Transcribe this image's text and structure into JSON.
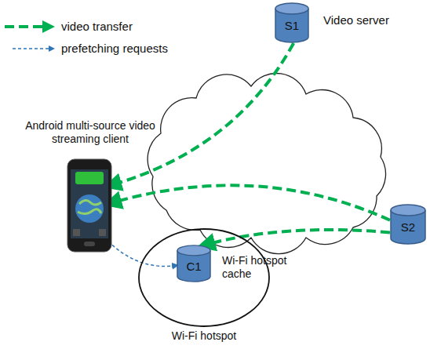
{
  "diagram": {
    "nodes": [
      {
        "text": [
          "S1",
          "Video server"
        ]
      },
      {
        "text": [
          "Android multi-source video streaming client"
        ]
      },
      {
        "text": [
          "S2"
        ]
      },
      {
        "text": [
          "Wi-Fi hotspot"
        ]
      },
      {
        "text": [
          "C1",
          "Wi-Fi hotspot cache"
        ],
        "in": 3
      }
    ],
    "edges": [
      {
        "from": 0,
        "to": 1,
        "arrow": "to"
      },
      {
        "from": 2,
        "to": 1,
        "arrow": "to"
      },
      {
        "from": 2,
        "to": 4,
        "arrow": "to"
      },
      {
        "from": 1,
        "to": 4,
        "arrow": "to"
      }
    ],
    "legend": [
      {
        "text": "video transfer"
      },
      {
        "text": "prefetching requests"
      }
    ]
  }
}
